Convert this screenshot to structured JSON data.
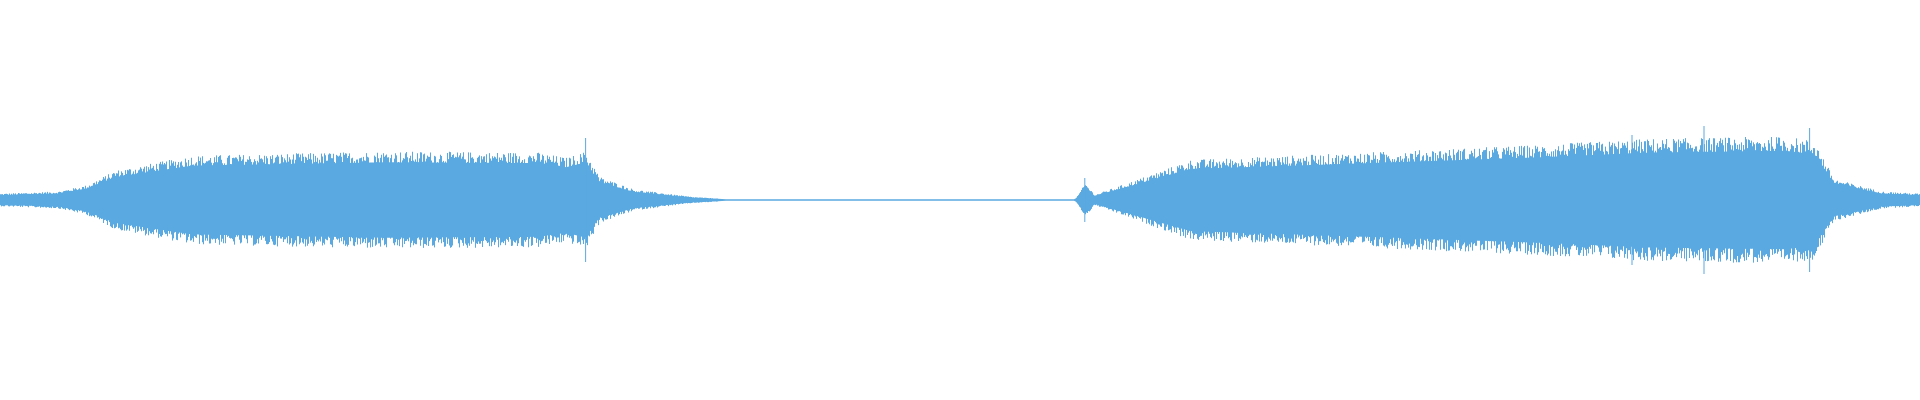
{
  "waveform": {
    "color": "#5aa9e0",
    "background": "#ffffff",
    "envelope": {
      "description_free_values": true,
      "points": [
        [
          0.0,
          0.06
        ],
        [
          0.03,
          0.08
        ],
        [
          0.045,
          0.14
        ],
        [
          0.06,
          0.28
        ],
        [
          0.1,
          0.42
        ],
        [
          0.2,
          0.46
        ],
        [
          0.28,
          0.45
        ],
        [
          0.295,
          0.4
        ],
        [
          0.305,
          0.46
        ],
        [
          0.312,
          0.22
        ],
        [
          0.33,
          0.1
        ],
        [
          0.36,
          0.03
        ],
        [
          0.38,
          0.008
        ],
        [
          0.56,
          0.008
        ],
        [
          0.565,
          0.16
        ],
        [
          0.57,
          0.05
        ],
        [
          0.59,
          0.18
        ],
        [
          0.62,
          0.38
        ],
        [
          0.7,
          0.44
        ],
        [
          0.8,
          0.52
        ],
        [
          0.86,
          0.58
        ],
        [
          0.93,
          0.6
        ],
        [
          0.945,
          0.56
        ],
        [
          0.955,
          0.2
        ],
        [
          0.98,
          0.08
        ],
        [
          1.0,
          0.06
        ]
      ]
    }
  }
}
